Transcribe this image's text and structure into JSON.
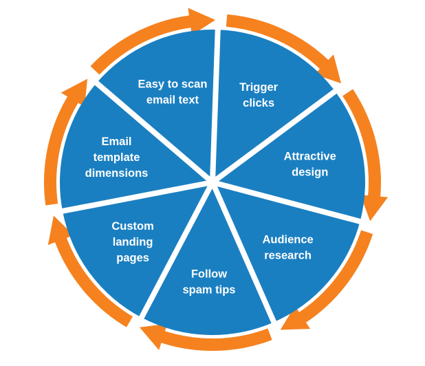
{
  "colors": {
    "segment_fill": "#1a7fc1",
    "divider": "#ffffff",
    "arrow": "#f5821f",
    "label": "#ffffff"
  },
  "segments": [
    {
      "name": "segment-trigger-clicks",
      "lines": [
        "Trigger",
        "clicks"
      ]
    },
    {
      "name": "segment-attractive-design",
      "lines": [
        "Attractive",
        "design"
      ]
    },
    {
      "name": "segment-audience-research",
      "lines": [
        "Audience",
        "research"
      ]
    },
    {
      "name": "segment-follow-spam-tips",
      "lines": [
        "Follow",
        "spam tips"
      ]
    },
    {
      "name": "segment-custom-landing-pages",
      "lines": [
        "Custom",
        "landing",
        "pages"
      ]
    },
    {
      "name": "segment-email-template-dimensions",
      "lines": [
        "Email",
        "template",
        "dimensions"
      ]
    },
    {
      "name": "segment-easy-to-scan-email-text",
      "lines": [
        "Easy to scan",
        "email text"
      ]
    }
  ],
  "arrows": [
    {
      "name": "cycle-arrow-1"
    },
    {
      "name": "cycle-arrow-2"
    },
    {
      "name": "cycle-arrow-3"
    },
    {
      "name": "cycle-arrow-4"
    },
    {
      "name": "cycle-arrow-5"
    },
    {
      "name": "cycle-arrow-6"
    },
    {
      "name": "cycle-arrow-7"
    }
  ]
}
